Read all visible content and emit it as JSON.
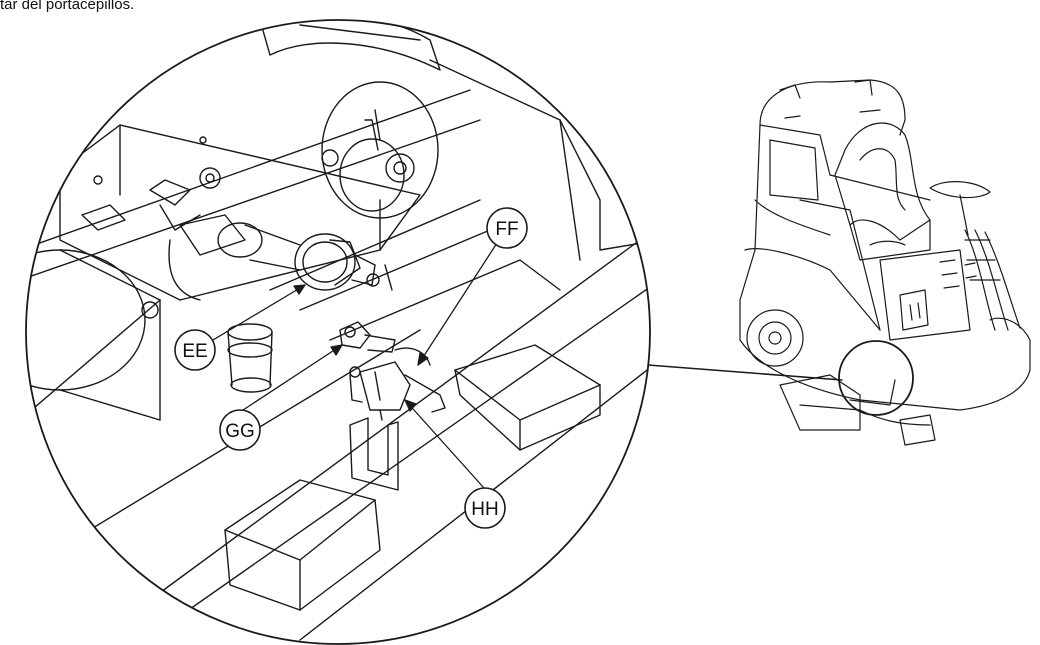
{
  "caption": "tar del portacepillos.",
  "callouts": {
    "ee": "EE",
    "ff": "FF",
    "gg": "GG",
    "hh": "HH"
  },
  "colors": {
    "line": "#1a1a1a",
    "background": "#ffffff"
  }
}
